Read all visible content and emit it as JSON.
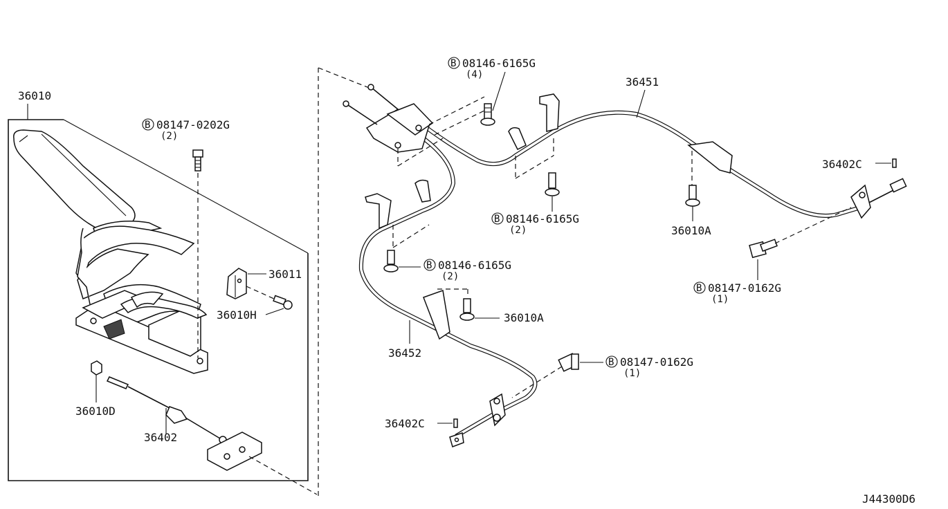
{
  "diagram_code": "J44300D6",
  "labels": {
    "p36010": "36010",
    "bolt_08147_0202G": "08147-0202G",
    "bolt_08147_0202G_qty": "(2)",
    "p36011": "36011",
    "p36010H": "36010H",
    "p36010D": "36010D",
    "p36402": "36402",
    "bolt_08146_top": "08146-6165G",
    "bolt_08146_top_qty": "(4)",
    "p36451": "36451",
    "p36402C_right": "36402C",
    "bolt_08146_mid": "08146-6165G",
    "bolt_08146_mid_qty": "(2)",
    "p36010A_right": "36010A",
    "bolt_08147_0162G_right": "08147-0162G",
    "bolt_08147_0162G_right_qty": "(1)",
    "bolt_08146_left": "08146-6165G",
    "bolt_08146_left_qty": "(2)",
    "p36010A_mid": "36010A",
    "p36452": "36452",
    "bolt_08147_0162G_low": "08147-0162G",
    "bolt_08147_0162G_low_qty": "(1)",
    "p36402C_low": "36402C"
  },
  "bolt_marker": "B"
}
